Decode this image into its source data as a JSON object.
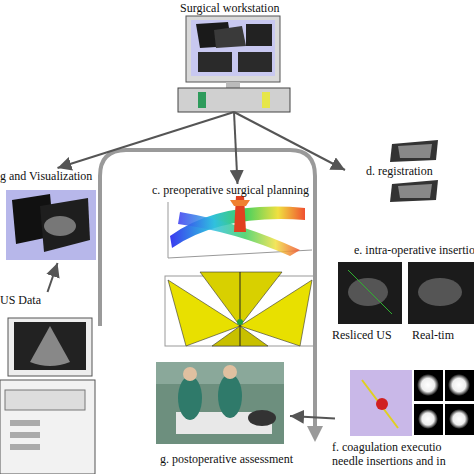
{
  "diagram": {
    "nodes": [
      {
        "text": [
          "Surgical workstation"
        ]
      },
      {
        "text": [
          "g and Visualization"
        ]
      },
      {
        "text": [
          "US Data"
        ]
      },
      {
        "text": [
          "c. preoperative surgical planning"
        ]
      },
      {
        "text": [
          "d. registration"
        ]
      },
      {
        "text": [
          "e. intra-operative insertio",
          "Resliced US",
          "Real-tim"
        ]
      },
      {
        "text": [
          "f. coagulation executio needle insertions and in"
        ]
      },
      {
        "text": [
          "g. postoperative assessment"
        ]
      }
    ],
    "edges": [
      {
        "from": 0,
        "to": 1,
        "arrow": "to"
      },
      {
        "from": 0,
        "to": 3,
        "arrow": "to"
      },
      {
        "from": 0,
        "to": 4,
        "arrow": "to"
      },
      {
        "from": 2,
        "to": 1,
        "arrow": "to"
      },
      {
        "from": 6,
        "to": 7,
        "arrow": "to"
      }
    ]
  }
}
